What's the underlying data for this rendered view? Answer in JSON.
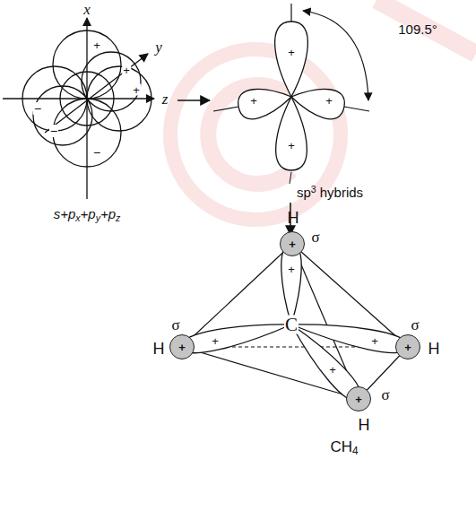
{
  "diagram": {
    "nodes": [
      {
        "text": [
          "H",
          "+"
        ]
      },
      {
        "text": [
          "H",
          "+"
        ]
      },
      {
        "text": [
          "H",
          "+"
        ]
      },
      {
        "text": [
          "H",
          "+"
        ]
      }
    ],
    "labels": [
      "x",
      "y",
      "z",
      "+",
      "+",
      "+",
      "−",
      "−",
      "−",
      "s+px+py+pz",
      "109.5°",
      "+",
      "+",
      "+",
      "+",
      "sp3 hybrids",
      "σ",
      "σ",
      "σ",
      "σ",
      "C",
      "+",
      "+",
      "+",
      "+",
      "CH4"
    ]
  }
}
